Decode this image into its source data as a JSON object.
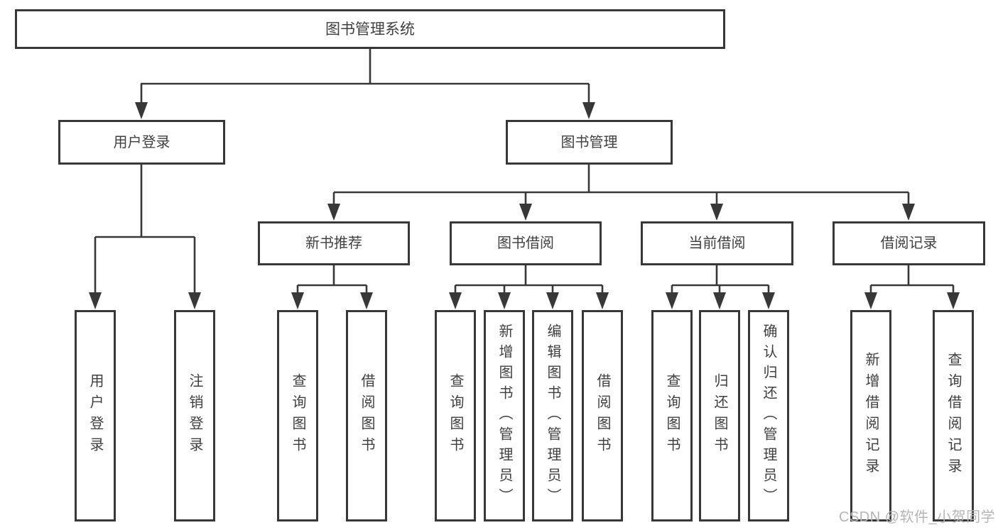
{
  "style": {
    "line_color": "#383838",
    "box_border_color": "#383838",
    "text_color": "#3f3f3f",
    "watermark_color": "#b5b5b5",
    "background_color": "#ffffff"
  },
  "tree": {
    "label": "图书管理系统",
    "children": [
      {
        "label": "用户登录",
        "children": [
          {
            "label": "用户登录"
          },
          {
            "label": "注销登录"
          }
        ]
      },
      {
        "label": "图书管理",
        "children": [
          {
            "label": "新书推荐",
            "children": [
              {
                "label": "查询图书"
              },
              {
                "label": "借阅图书"
              }
            ]
          },
          {
            "label": "图书借阅",
            "children": [
              {
                "label": "查询图书"
              },
              {
                "label": "新增图书（管理员）"
              },
              {
                "label": "编辑图书（管理员）"
              },
              {
                "label": "借阅图书"
              }
            ]
          },
          {
            "label": "当前借阅",
            "children": [
              {
                "label": "查询图书"
              },
              {
                "label": "归还图书"
              },
              {
                "label": "确认归还（管理员）"
              }
            ]
          },
          {
            "label": "借阅记录",
            "children": [
              {
                "label": "新增借阅记录"
              },
              {
                "label": "查询借阅记录"
              }
            ]
          }
        ]
      }
    ]
  },
  "watermark": {
    "text": "CSDN @软件_小贺同学"
  }
}
